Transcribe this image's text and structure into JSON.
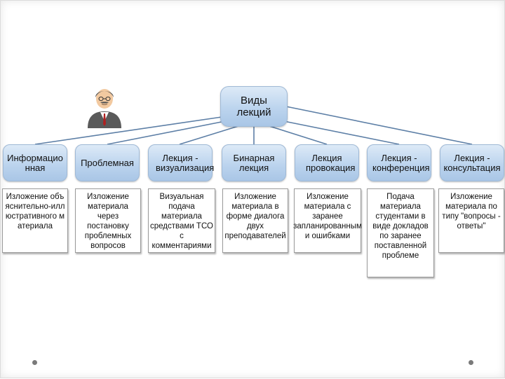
{
  "root": {
    "label": "Виды лекций"
  },
  "categories": [
    {
      "label": "Информационная",
      "description": "Изложение объяснительно-иллюстративного материала"
    },
    {
      "label": "Проблемная",
      "description": "Изложение материала через постановку проблемных вопросов"
    },
    {
      "label": "Лекция - визуализация",
      "description": "Визуальная подача материала средствами ТСО с комментариями"
    },
    {
      "label": "Бинарная лекция",
      "description": "Изложение материала в форме диалога двух преподавателей"
    },
    {
      "label": "Лекция провокация",
      "description": "Изложение материала с заранее запланированным и ошибками"
    },
    {
      "label": "Лекция - конференция",
      "description": "Подача материала студентами в виде докладов по заранее поставленной проблеме"
    },
    {
      "label": "Лекция - консультация",
      "description": "Изложение материала по типу \"вопросы - ответы\""
    }
  ],
  "icons": {
    "person": "lecturer-person-icon"
  },
  "colors": {
    "pill_fill": "#bcd4ee",
    "pill_border": "#9fb9d6",
    "connector": "#5d7fa6"
  }
}
